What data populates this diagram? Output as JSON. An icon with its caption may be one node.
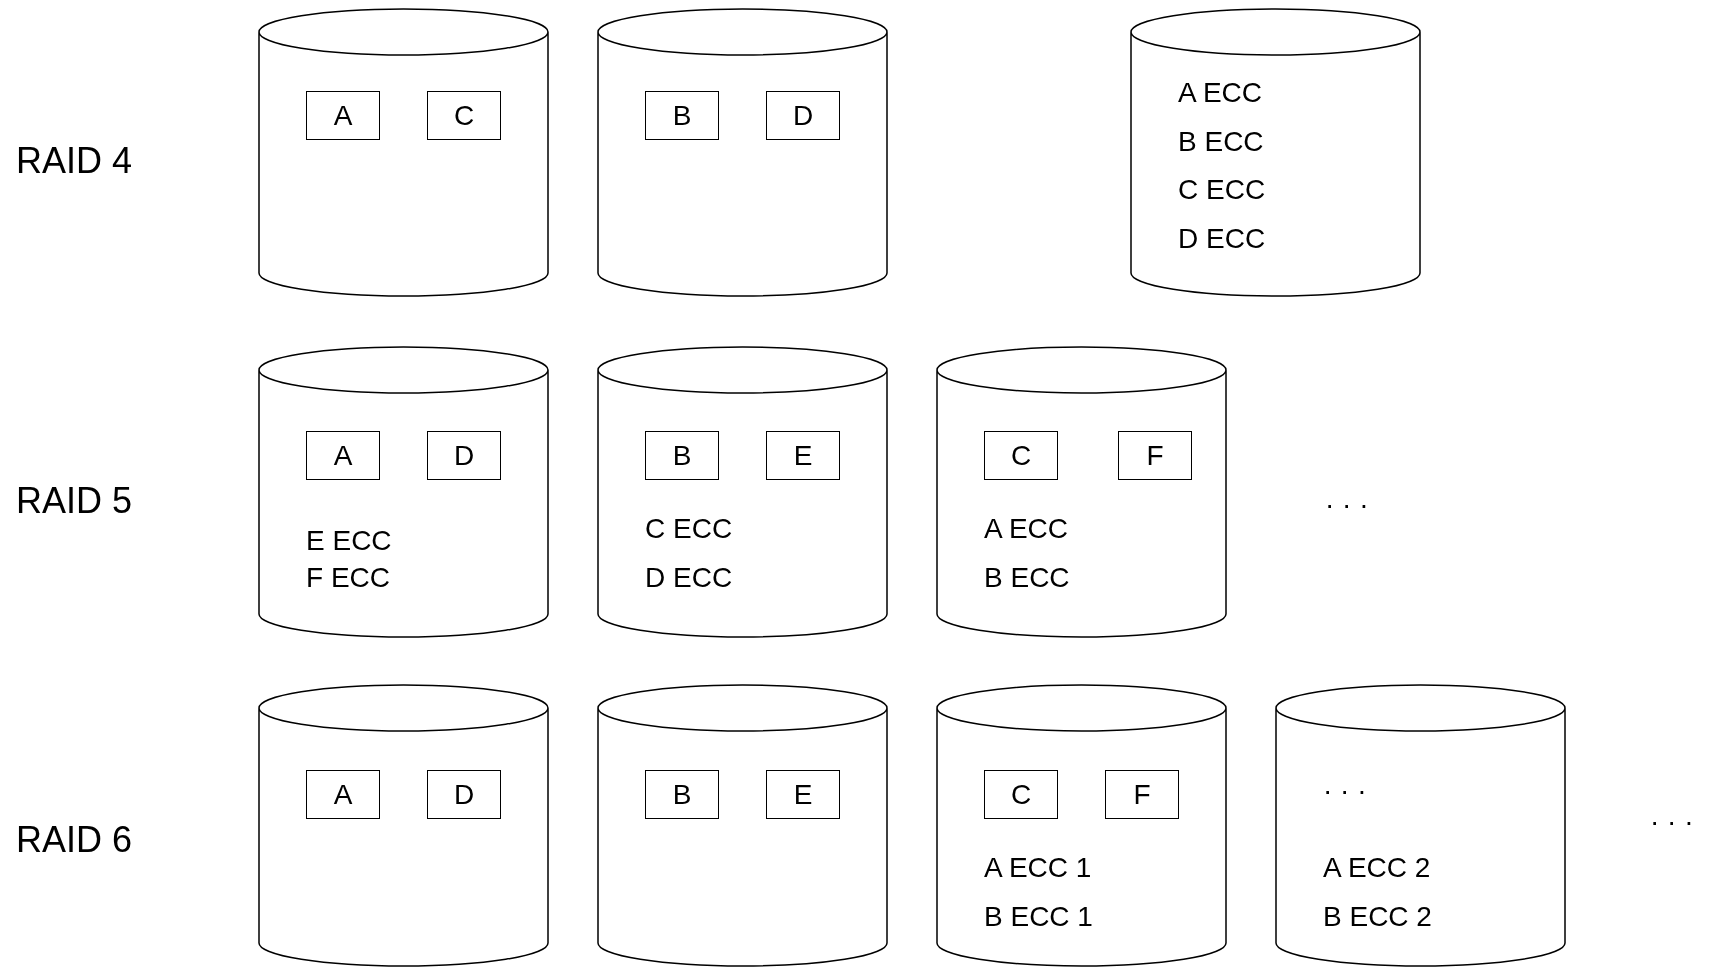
{
  "diagram": {
    "nodes": [
      {
        "text": [],
        "shape": "cylinder"
      },
      {
        "text": [
          "A"
        ],
        "in": 0
      },
      {
        "text": [
          "C"
        ],
        "in": 0
      },
      {
        "text": [],
        "shape": "cylinder"
      },
      {
        "text": [
          "B"
        ],
        "in": 3
      },
      {
        "text": [
          "D"
        ],
        "in": 3
      },
      {
        "text": [
          "A ECC",
          "B ECC",
          "C ECC",
          "D ECC"
        ]
      },
      {
        "text": [
          "E ECC",
          "F ECC"
        ]
      },
      {
        "text": [
          "A"
        ],
        "in": 7
      },
      {
        "text": [
          "D"
        ],
        "in": 7
      },
      {
        "text": [
          "C ECC",
          "D ECC"
        ]
      },
      {
        "text": [
          "B"
        ],
        "in": 10
      },
      {
        "text": [
          "E"
        ],
        "in": 10
      },
      {
        "text": [
          "A ECC",
          "B ECC"
        ]
      },
      {
        "text": [
          "C"
        ],
        "in": 13
      },
      {
        "text": [
          "F"
        ],
        "in": 13
      },
      {
        "text": [],
        "shape": "cylinder"
      },
      {
        "text": [
          "A"
        ],
        "in": 16
      },
      {
        "text": [
          "D"
        ],
        "in": 16
      },
      {
        "text": [],
        "shape": "cylinder"
      },
      {
        "text": [
          "B"
        ],
        "in": 19
      },
      {
        "text": [
          "E"
        ],
        "in": 19
      },
      {
        "text": [
          "A ECC 1",
          "B ECC 1"
        ]
      },
      {
        "text": [
          "C"
        ],
        "in": 22
      },
      {
        "text": [
          "F"
        ],
        "in": 22
      },
      {
        "text": [
          "· · ·",
          "A ECC 2",
          "B ECC 2"
        ]
      }
    ],
    "labels": [
      "RAID 4",
      "RAID 5",
      "· · ·",
      "RAID 6",
      "· · ·"
    ]
  }
}
